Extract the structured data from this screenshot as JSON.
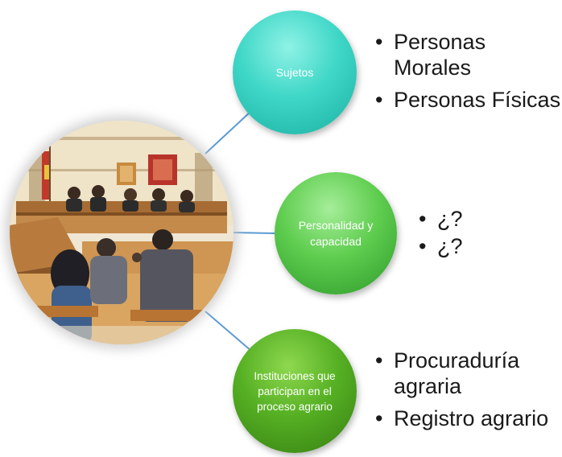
{
  "diagram": {
    "center": {
      "image": "courtroom-sketch"
    },
    "nodes": [
      {
        "label": "Sujetos",
        "color": "#3fd7c7",
        "bullets": [
          "Personas Morales",
          "Personas Físicas"
        ]
      },
      {
        "label": "Personalidad y capacidad",
        "color": "#5fcd4f",
        "bullets": [
          "¿?",
          "¿?"
        ]
      },
      {
        "label": "Instituciones que participan en el proceso agrario",
        "color": "#56b023",
        "bullets": [
          "Procuraduría agraria",
          "Registro agrario"
        ]
      }
    ],
    "connector_color": "#5b9bd5"
  }
}
